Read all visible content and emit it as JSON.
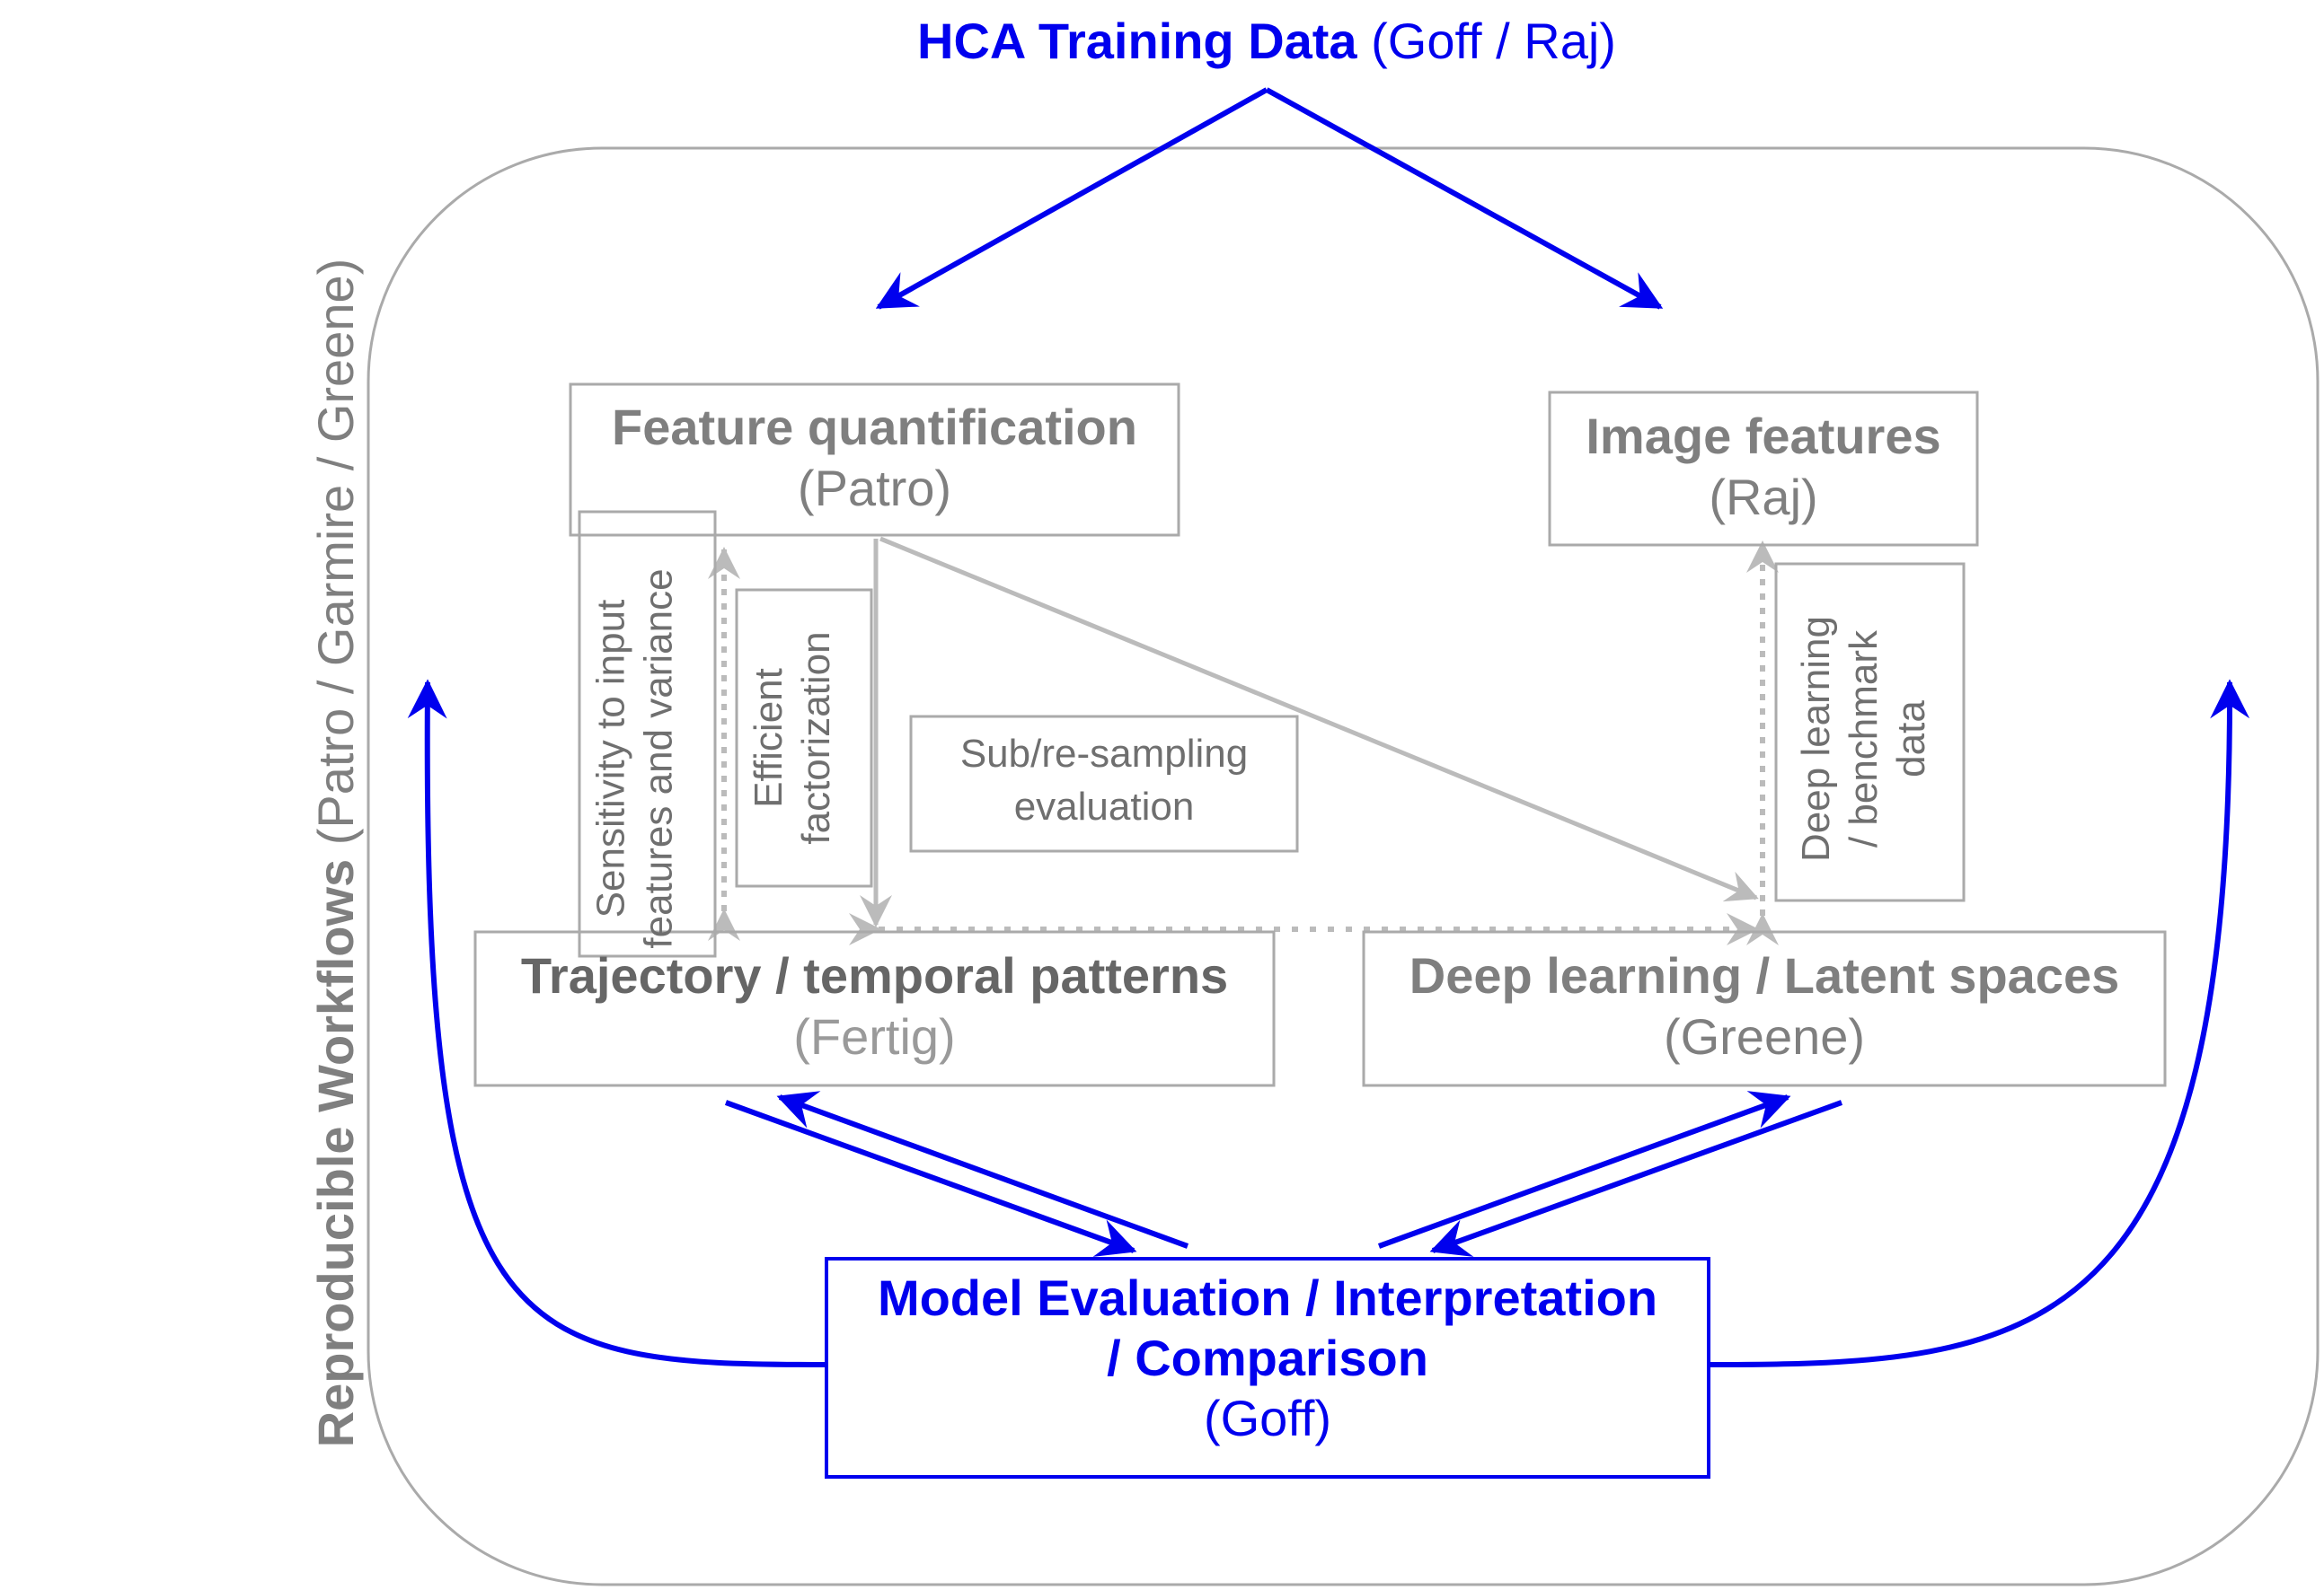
{
  "top": {
    "title": "HCA Training Data",
    "authors": "(Goff / Raj)"
  },
  "side": {
    "title": "Reproducible Workflows",
    "authors": "(Patro / Garmire / Greene)"
  },
  "nodes": {
    "feature": {
      "title": "Feature quantification",
      "authors": "(Patro)"
    },
    "image": {
      "title": "Image features",
      "authors": "(Raj)"
    },
    "trajectory": {
      "title": "Trajectory / temporal patterns",
      "authors": "(Fertig)"
    },
    "deep": {
      "title": "Deep learning / Latent spaces",
      "authors": "(Greene)"
    },
    "model": {
      "line1": "Model Evaluation / Interpretation",
      "line2": "/ Comparison",
      "authors": "(Goff)"
    }
  },
  "annotations": {
    "sensitivity_line1": "Sensitivity to input",
    "sensitivity_line2": "features and variance",
    "efficient_line1": "Efficient",
    "efficient_line2": "factorization",
    "subsampling_line1": "Sub/re-sampling",
    "subsampling_line2": "evaluation",
    "deepbench_line1": "Deep learning",
    "deepbench_line2": "/ benchmark",
    "deepbench_line3": "data"
  },
  "colors": {
    "blue": "#0000ee",
    "gray_text": "#7f7f7f",
    "gray_line": "#bbbbbb",
    "box_border": "#aaaaaa"
  }
}
